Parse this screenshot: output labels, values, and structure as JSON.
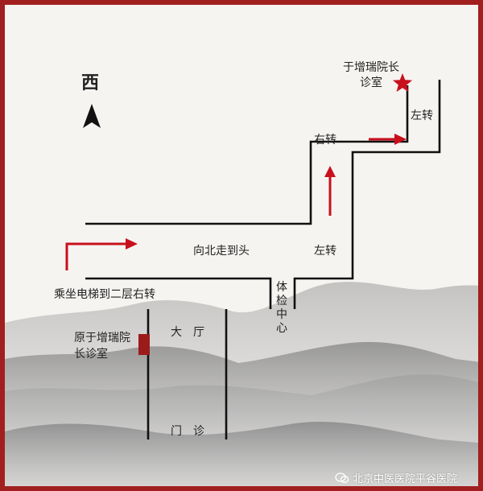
{
  "map": {
    "west_label": "西",
    "landmarks": {
      "destination": "于增瑞院长诊室",
      "original_room": "原于增瑞院长诊室",
      "hall": "大厅",
      "clinic_gate": "门诊",
      "checkup_center": "体检中心"
    },
    "directions": {
      "elevator_instruction": "乘坐电梯到二层右转",
      "go_north": "向北走到头",
      "turn_left_1": "左转",
      "turn_right": "右转",
      "turn_left_2": "左转"
    },
    "footer": {
      "source": "北京中医医院平谷医院",
      "icon": "wechat-icon"
    },
    "colors": {
      "accent_red": "#c8101c",
      "path_line": "#111111",
      "room_marker": "#9b1b1b",
      "frame": "#a1201f"
    }
  }
}
